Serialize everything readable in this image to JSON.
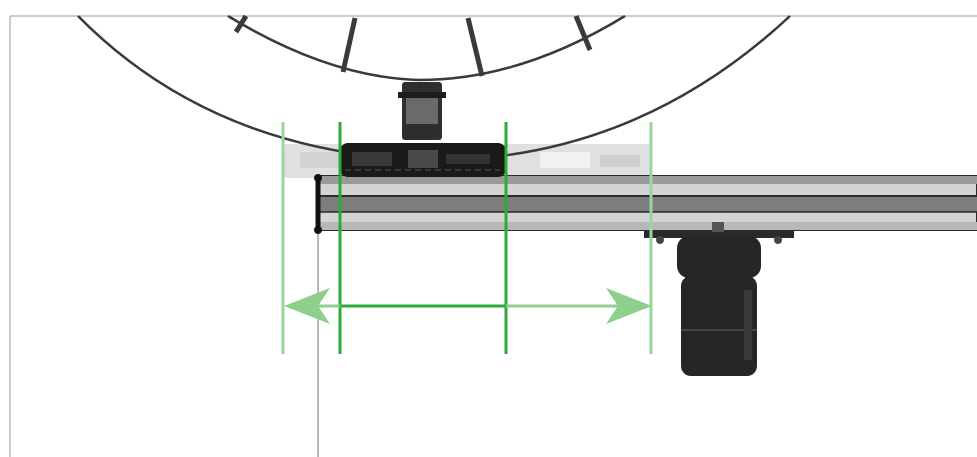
{
  "diagram": {
    "colors": {
      "background": "#ffffff",
      "frame_border": "#9a9a9a",
      "wheel_stroke": "#3a3a3a",
      "rail_dark": "#2b2b2b",
      "rail_mid": "#7d7d7d",
      "rail_light": "#d4d4d4",
      "carriage_dark": "#1a1a1a",
      "ghost_carriage": "#c8c8c8",
      "motor_dark": "#262626",
      "guide_light_green": "#9ed49b",
      "guide_dark_green": "#2eaa3a",
      "arrow_light_green": "#8fcf8c",
      "arrow_dark_green": "#2eaa3a",
      "end_stop": "#111111",
      "pointer_line": "#8a8a8a"
    },
    "components": [
      {
        "name": "wheel",
        "icon": "wheel-icon"
      },
      {
        "name": "hub-mount",
        "icon": "hub-icon"
      },
      {
        "name": "linear-rail",
        "icon": "rail-icon"
      },
      {
        "name": "carriage",
        "icon": "carriage-icon"
      },
      {
        "name": "carriage-ghost",
        "icon": "carriage-ghost-icon"
      },
      {
        "name": "stepper-motor",
        "icon": "motor-icon"
      },
      {
        "name": "end-stop",
        "icon": "end-stop-icon"
      }
    ],
    "travel": {
      "left_arrow": "arrow-left-icon",
      "right_arrow": "arrow-right-icon"
    }
  }
}
